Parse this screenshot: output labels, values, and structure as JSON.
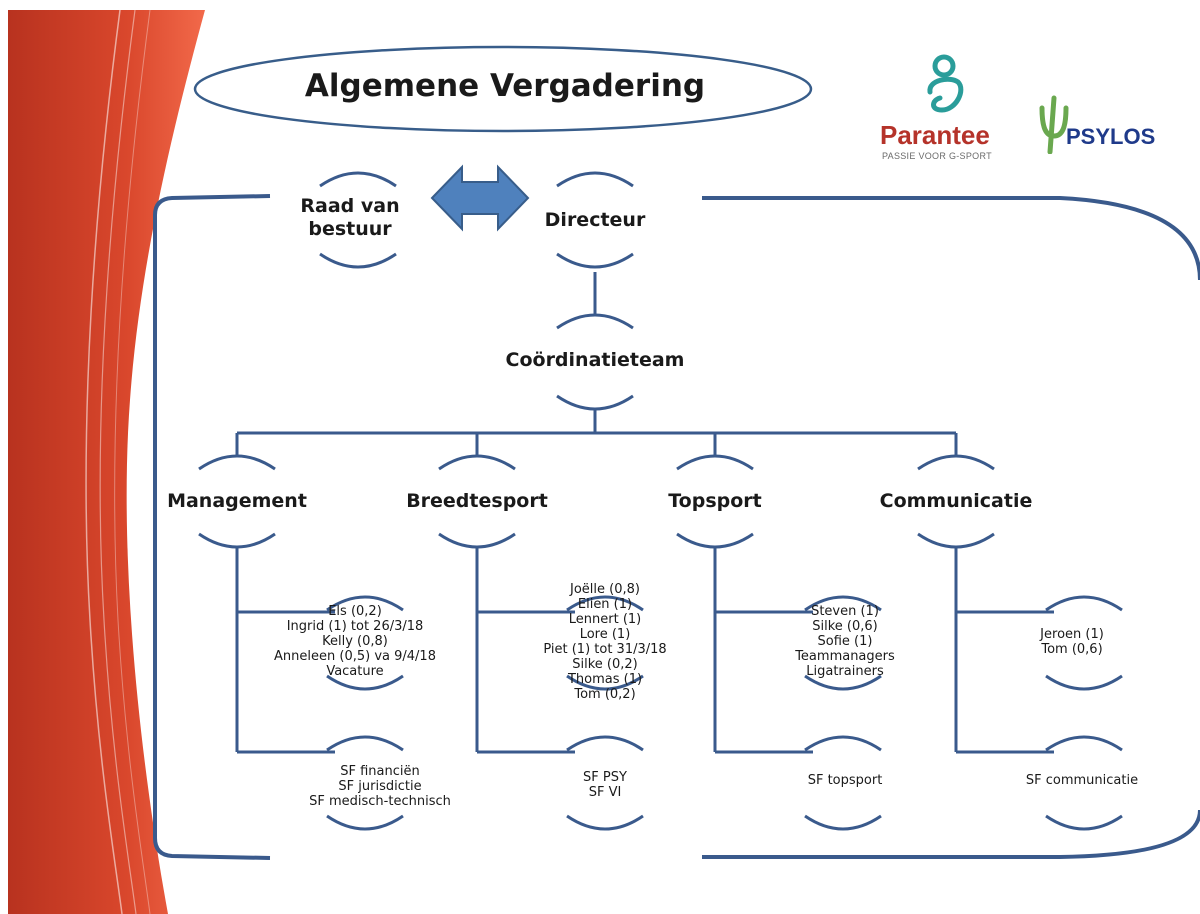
{
  "title": "Algemene Vergadering",
  "logos": {
    "parantee": {
      "name": "Parantee",
      "tagline": "PASSIE VOOR G-SPORT"
    },
    "psylos": {
      "name": "PSYLOS"
    }
  },
  "top": {
    "raad": [
      "Raad van",
      "bestuur"
    ],
    "directeur": "Directeur",
    "coordinatie": "Coördinatieteam"
  },
  "departments": {
    "management": {
      "label": "Management",
      "people": [
        "Els (0,2)",
        "Ingrid (1) tot 26/3/18",
        "Kelly (0,8)",
        "Anneleen (0,5) va 9/4/18",
        "Vacature"
      ],
      "sf": [
        "SF financiën",
        "SF jurisdictie",
        "SF medisch-technisch"
      ]
    },
    "breedtesport": {
      "label": "Breedtesport",
      "people": [
        "Joëlle (0,8)",
        "Elien (1)",
        "Lennert (1)",
        "Lore (1)",
        "Piet (1) tot 31/3/18",
        "Silke (0,2)",
        "Thomas (1)",
        "Tom (0,2)"
      ],
      "sf": [
        "SF PSY",
        "SF VI"
      ]
    },
    "topsport": {
      "label": "Topsport",
      "people": [
        "Steven (1)",
        "Silke (0,6)",
        "Sofie (1)",
        "Teammanagers",
        "Ligatrainers"
      ],
      "sf": [
        "SF topsport"
      ]
    },
    "communicatie": {
      "label": "Communicatie",
      "people": [
        "Jeroen (1)",
        "Tom (0,6)"
      ],
      "sf": [
        "SF communicatie"
      ]
    }
  },
  "colors": {
    "line": "#3a5a8c",
    "arrow_fill": "#4f81bd",
    "arrow_stroke": "#385d8a",
    "band_red": "#c0392b",
    "band_orange": "#e8583c"
  }
}
